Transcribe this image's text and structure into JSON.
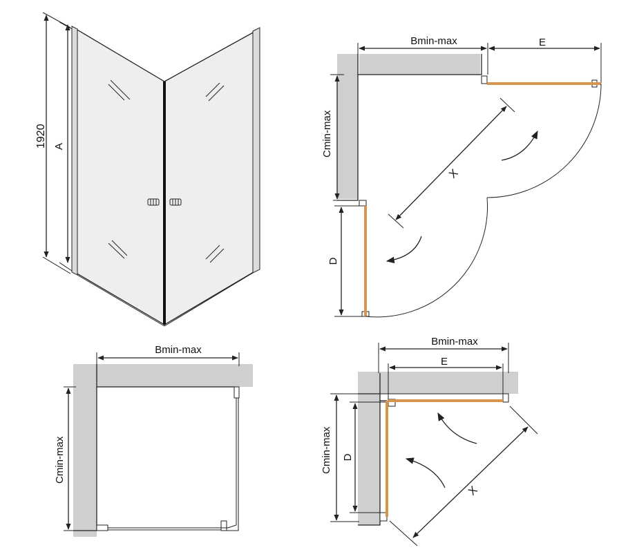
{
  "labels": {
    "height_value": "1920",
    "height_letter": "A",
    "b_range": "Bmin-max",
    "c_range": "Cmin-max",
    "e_label": "E",
    "d_label": "D",
    "x_label": "X"
  },
  "colors": {
    "wall": "#cfcfcf",
    "door": "#d6954a",
    "glass": "#eeeeee",
    "line": "#222222"
  }
}
